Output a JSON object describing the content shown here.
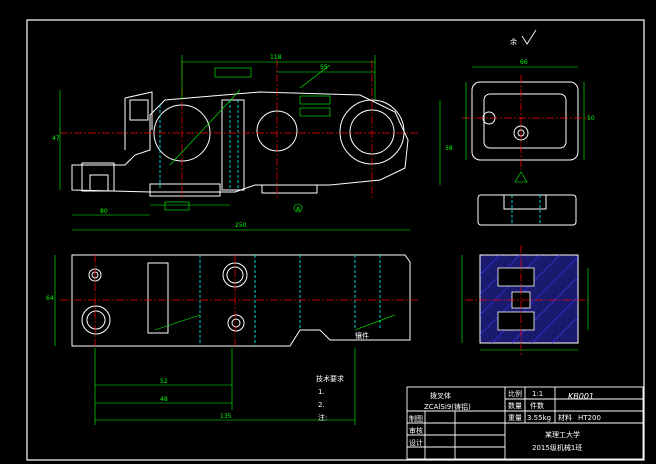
{
  "drawing": {
    "roughness_symbol": "余",
    "tech_requirements_title": "技术要求",
    "tech_items": [
      "1.",
      "2."
    ],
    "note_label": "注:",
    "callout_label": "镶件",
    "section_mark": "A"
  },
  "title_block": {
    "part_name": "拨叉体",
    "material": "ZCAlSi9(铸铝)",
    "label_scale": "比例",
    "scale": "1:1",
    "label_qty": "数量",
    "qty": "件数",
    "label_weight": "重量",
    "weight": "3.55kg",
    "label_material": "材料",
    "material_code": "HT200",
    "drawing_no": "KB001",
    "label_draw": "制图",
    "label_check": "审核",
    "school": "某理工大学",
    "class": "2015级机械1班",
    "label_design": "设计"
  },
  "colors": {
    "background": "#000000",
    "outline": "#ffffff",
    "dimension": "#00ff00",
    "centerline": "#ff0000",
    "hidden": "#00ffff",
    "hatch": "#0000ff",
    "text": "#ffffff"
  }
}
